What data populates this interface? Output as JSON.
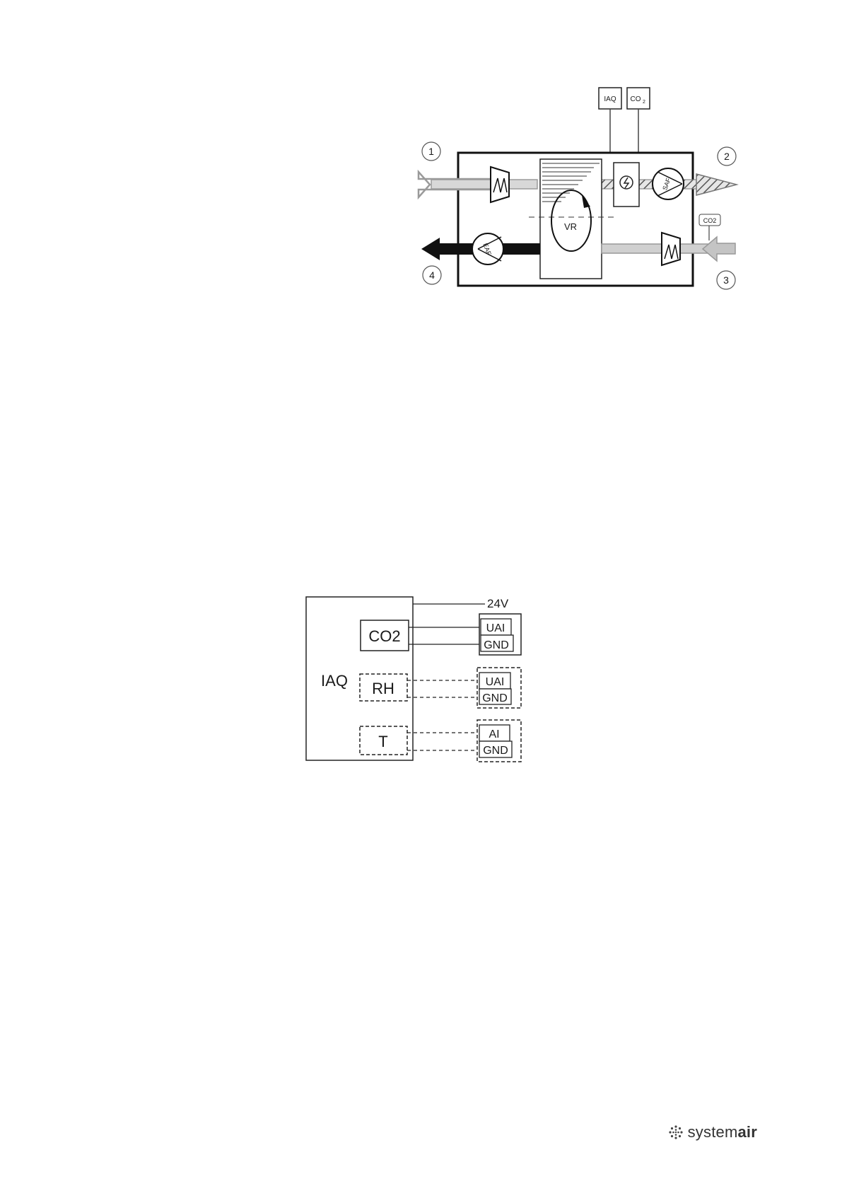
{
  "flow_diagram": {
    "sensor_iaq": "IAQ",
    "sensor_co2_base": "CO",
    "sensor_co2_sub": "2",
    "port_1": "1",
    "port_2": "2",
    "port_3": "3",
    "port_4": "4",
    "rotor_label": "VR",
    "supply_fan_label": "SAF",
    "extract_fan_label": "EAF",
    "duct_co2_label": "CO2"
  },
  "wiring_diagram": {
    "supply_label": "24V",
    "device_label": "IAQ",
    "sensor_co2": "CO2",
    "sensor_rh": "RH",
    "sensor_t": "T",
    "co2_terminal_signal": "UAI",
    "co2_terminal_ground": "GND",
    "rh_terminal_signal": "UAI",
    "rh_terminal_ground": "GND",
    "t_terminal_signal": "AI",
    "t_terminal_ground": "GND"
  },
  "brand": {
    "name_light": "system",
    "name_bold": "air"
  }
}
